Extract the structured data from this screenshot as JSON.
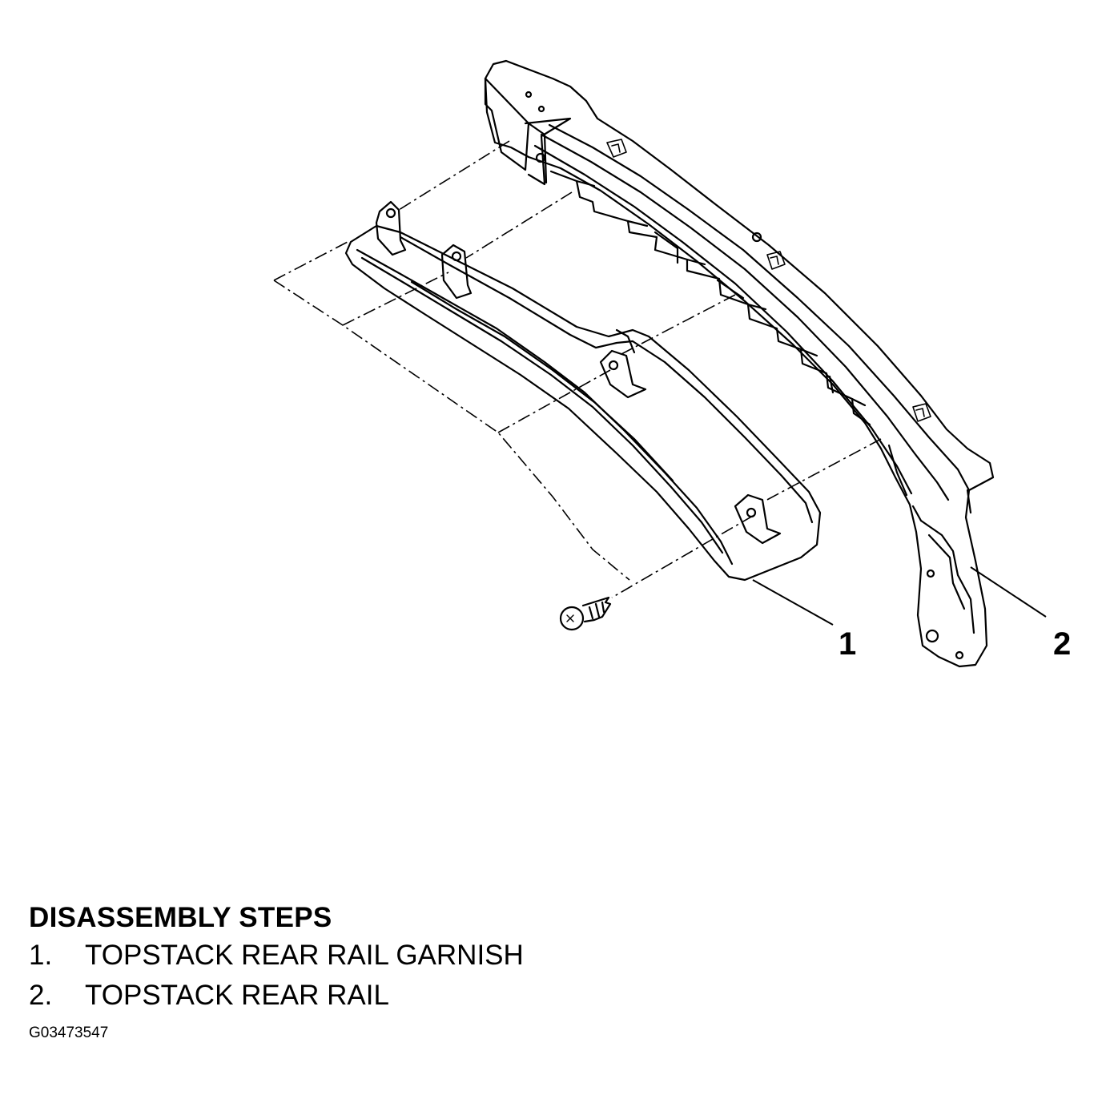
{
  "diagram": {
    "callouts": [
      {
        "id": "1",
        "label": "1"
      },
      {
        "id": "2",
        "label": "2"
      }
    ]
  },
  "legend": {
    "heading": "DISASSEMBLY STEPS",
    "steps": [
      {
        "number": "1.",
        "text": "TOPSTACK REAR RAIL GARNISH"
      },
      {
        "number": "2.",
        "text": "TOPSTACK REAR RAIL"
      }
    ]
  },
  "figure_id": "G03473547"
}
